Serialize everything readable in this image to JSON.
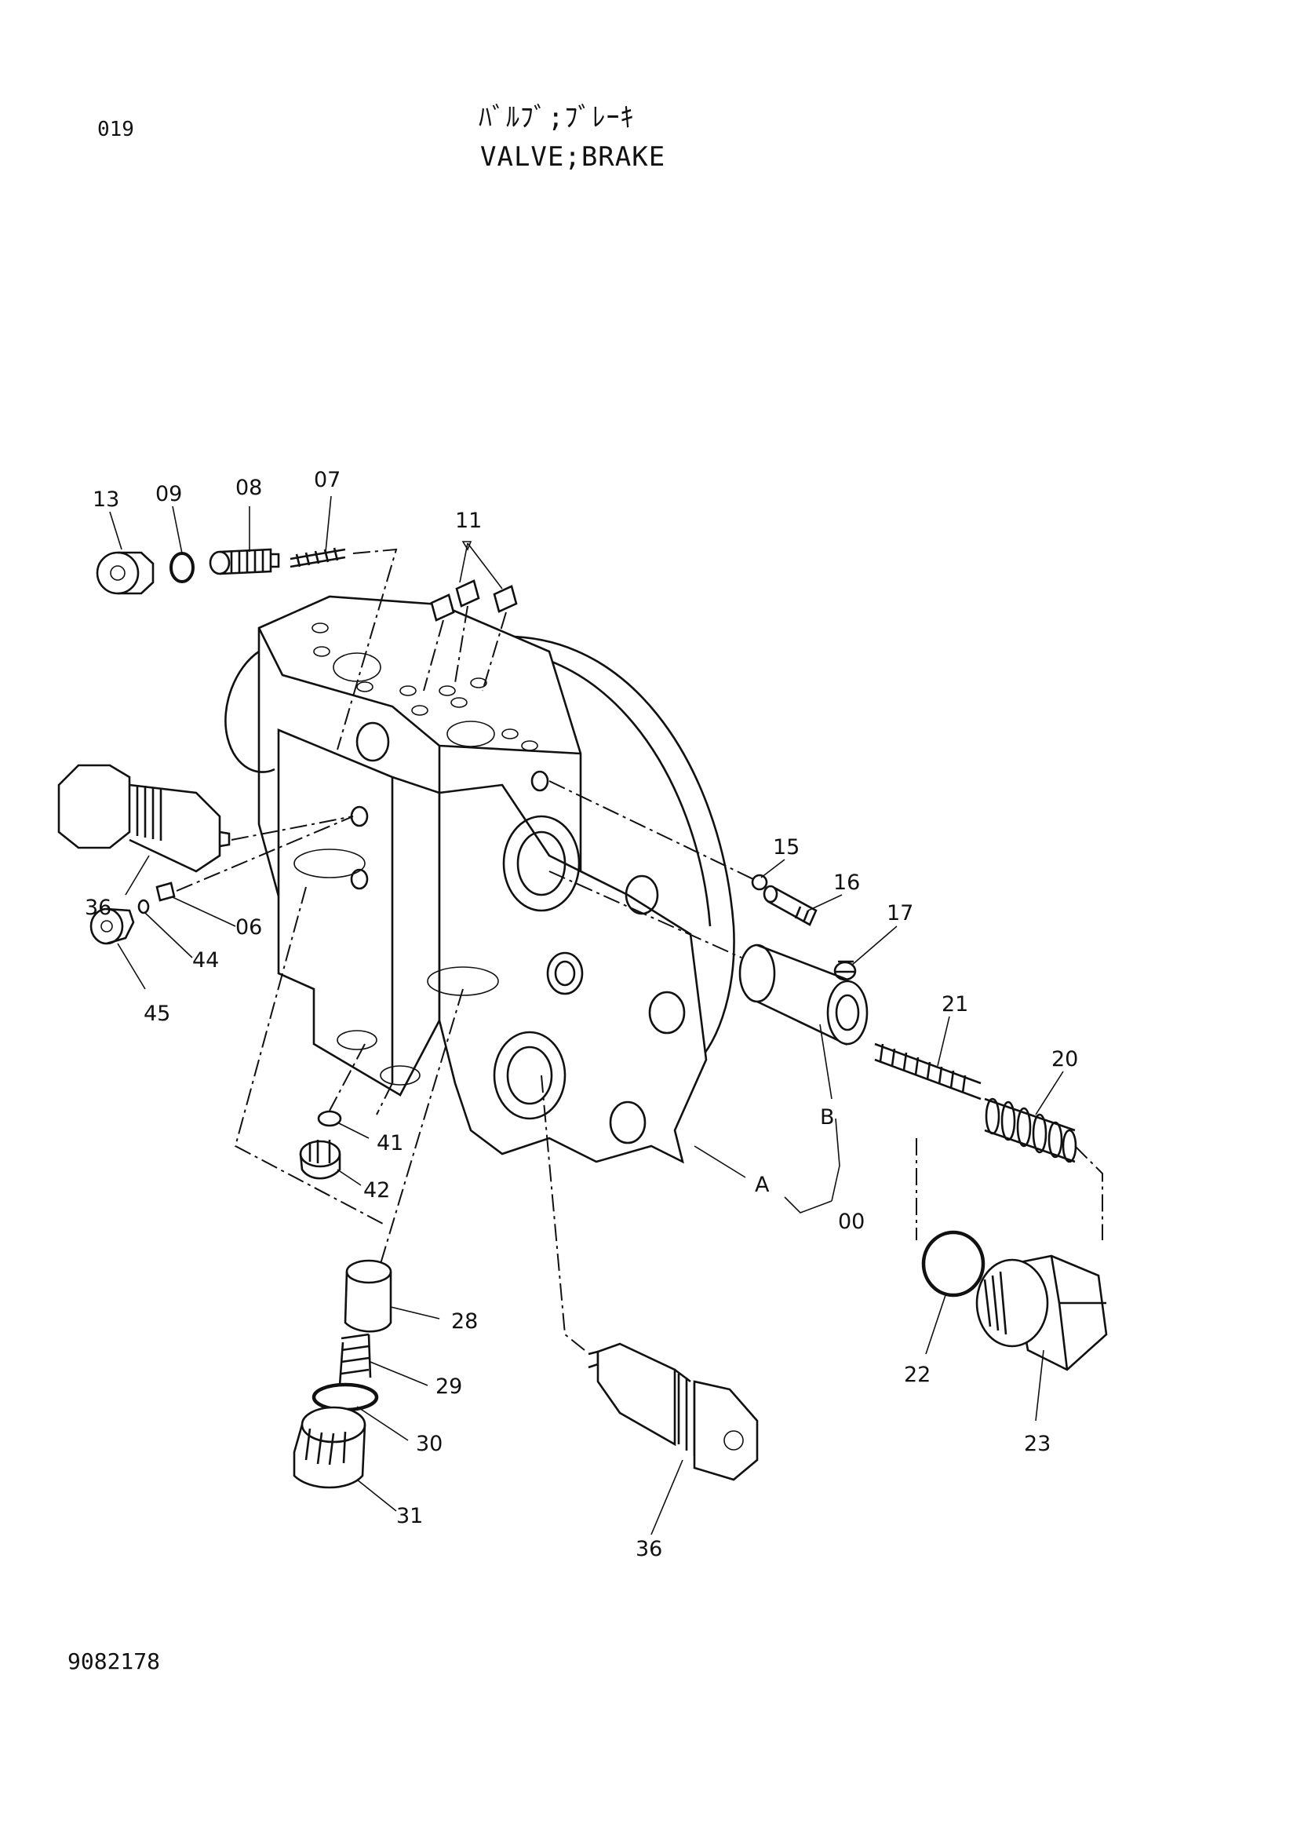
{
  "header": {
    "page_number": "019",
    "title_jp": "ﾊﾞﾙﾌﾞ;ﾌﾞﾚｰｷ",
    "title_en": "VALVE;BRAKE"
  },
  "footer": {
    "drawing_number": "9082178"
  },
  "callouts": {
    "p13": "13",
    "p09": "09",
    "p08": "08",
    "p07": "07",
    "p11": "11",
    "p15": "15",
    "p16": "16",
    "p17": "17",
    "p21": "21",
    "p20": "20",
    "p36a": "36",
    "p06": "06",
    "p44": "44",
    "p45": "45",
    "p41": "41",
    "p42": "42",
    "pB": "B",
    "pA": "A",
    "p00": "00",
    "p28": "28",
    "p29": "29",
    "p30": "30",
    "p31": "31",
    "p22": "22",
    "p23": "23",
    "p36b": "36"
  }
}
